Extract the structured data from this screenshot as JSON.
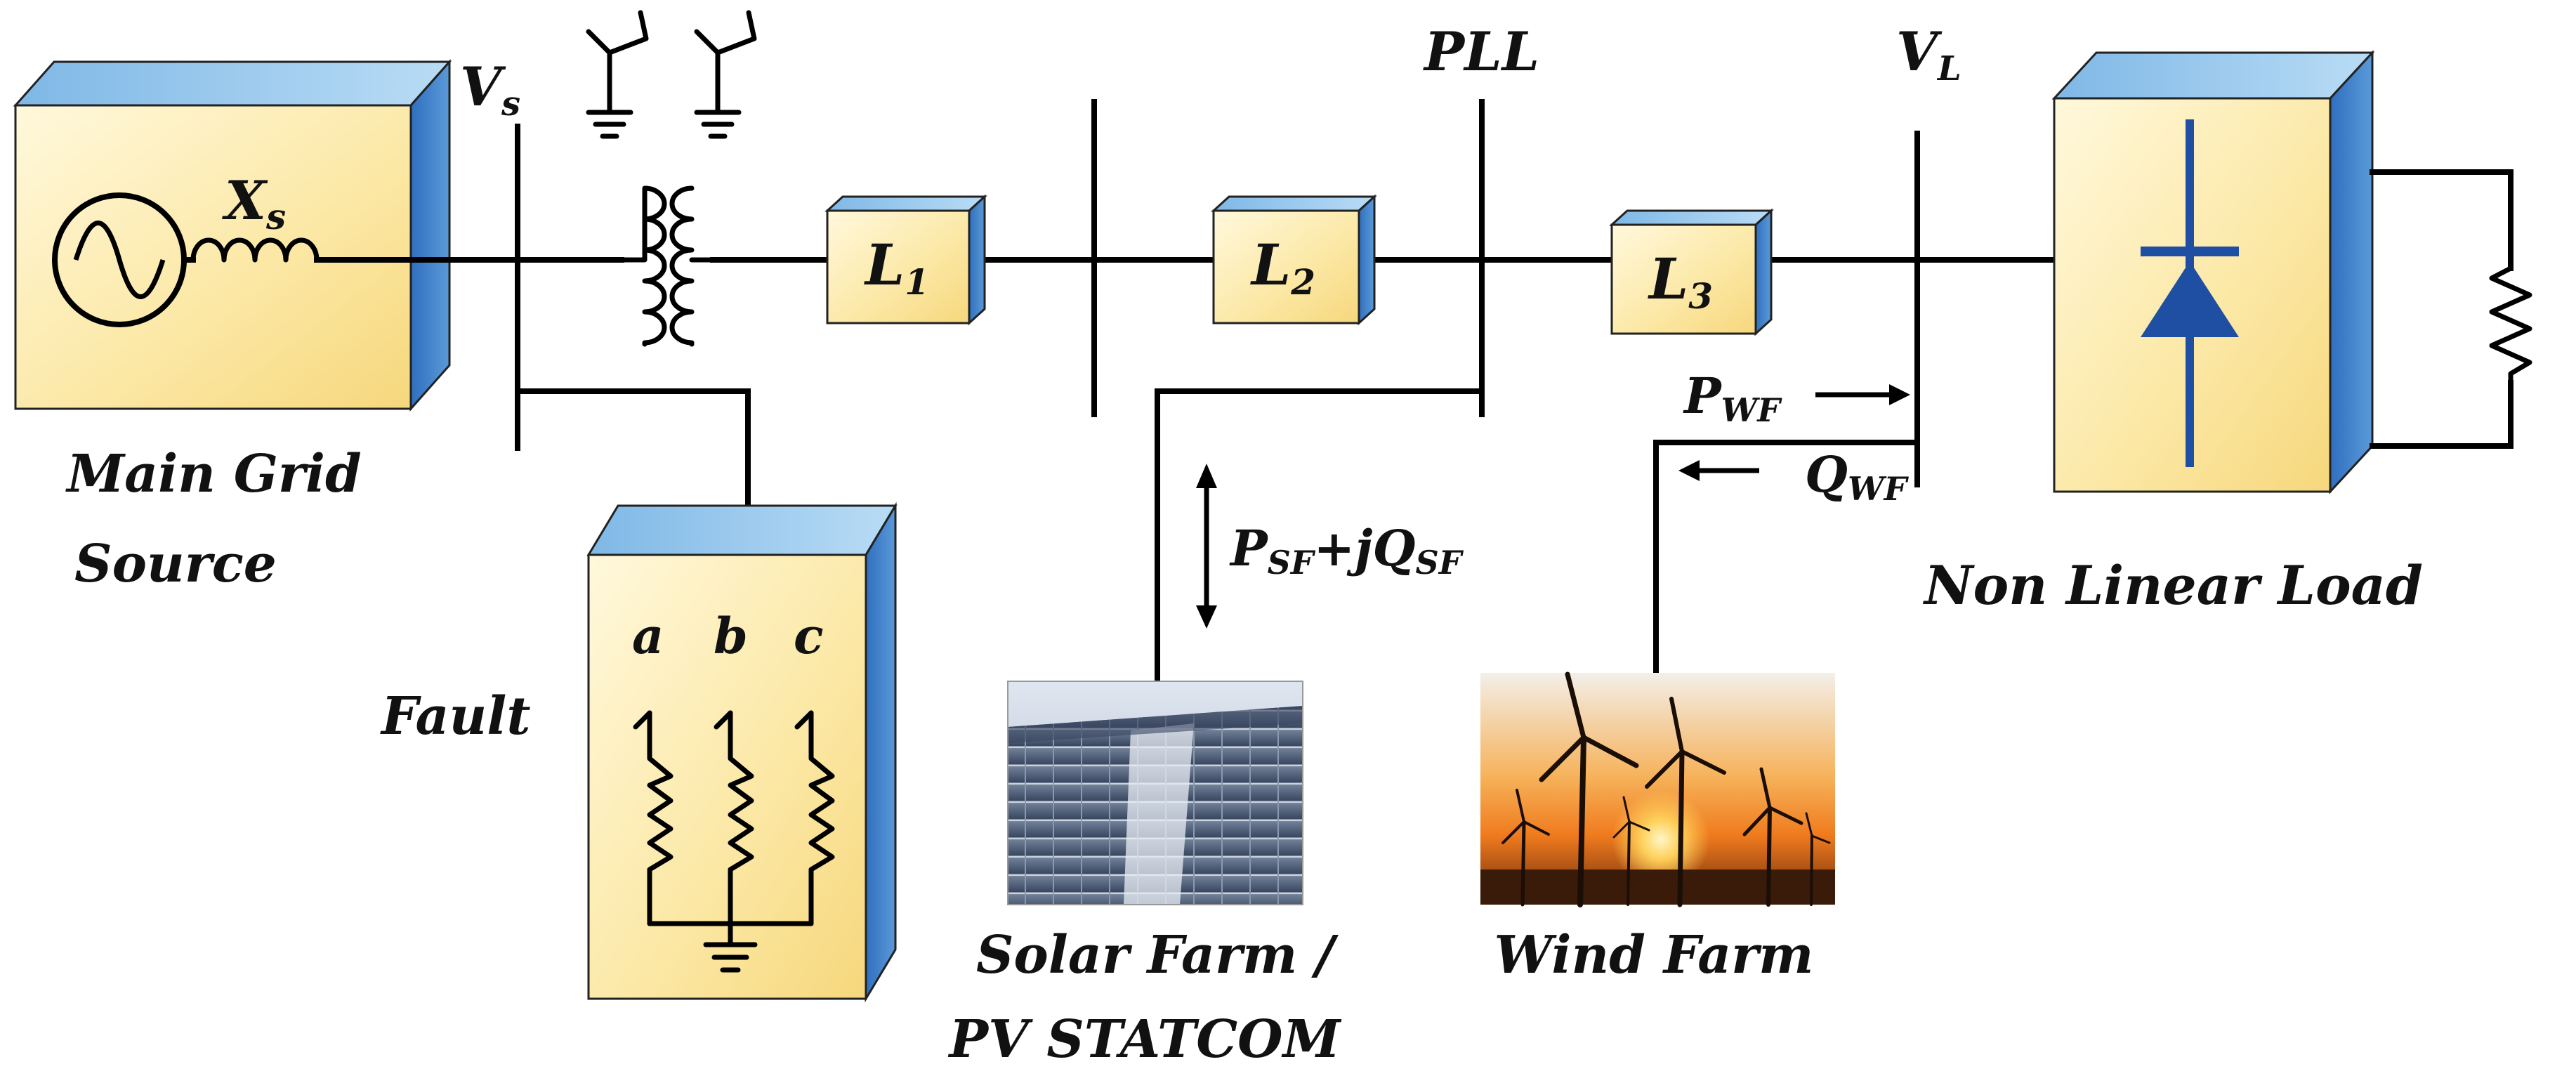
{
  "colors": {
    "box_face": "#fbe7a4",
    "box_face_light": "#fff7d9",
    "box_top": "#9fd0ef",
    "box_side": "#3a7cc7",
    "diode": "#1f4fa3",
    "wire": "#000000"
  },
  "labels": {
    "vs": "V",
    "vs_sub": "s",
    "xs": "X",
    "xs_sub": "s",
    "pll": "PLL",
    "vl": "V",
    "vl_sub": "L",
    "l1": "L",
    "l1_sub": "1",
    "l2": "L",
    "l2_sub": "2",
    "l3": "L",
    "l3_sub": "3",
    "main_grid_line1": "Main Grid",
    "main_grid_line2": "Source",
    "fault": "Fault",
    "phase_a": "a",
    "phase_b": "b",
    "phase_c": "c",
    "psf_p": "P",
    "psf_p_sub": "SF",
    "psf_mid": "+jQ",
    "psf_q_sub": "SF",
    "pwf": "P",
    "pwf_sub": "WF",
    "qwf": "Q",
    "qwf_sub": "WF",
    "solar_line1": "Solar Farm /",
    "solar_line2": "PV STATCOM",
    "wind": "Wind Farm",
    "nonlinear": "Non Linear Load"
  },
  "icons": {
    "source": "ac-source-icon",
    "inductor": "inductor-icon",
    "transformer": "transformer-icon",
    "ground": "ground-icon",
    "diode": "diode-icon",
    "resistor": "resistor-icon",
    "solar": "solar-panel-icon",
    "wind": "wind-turbine-icon"
  }
}
